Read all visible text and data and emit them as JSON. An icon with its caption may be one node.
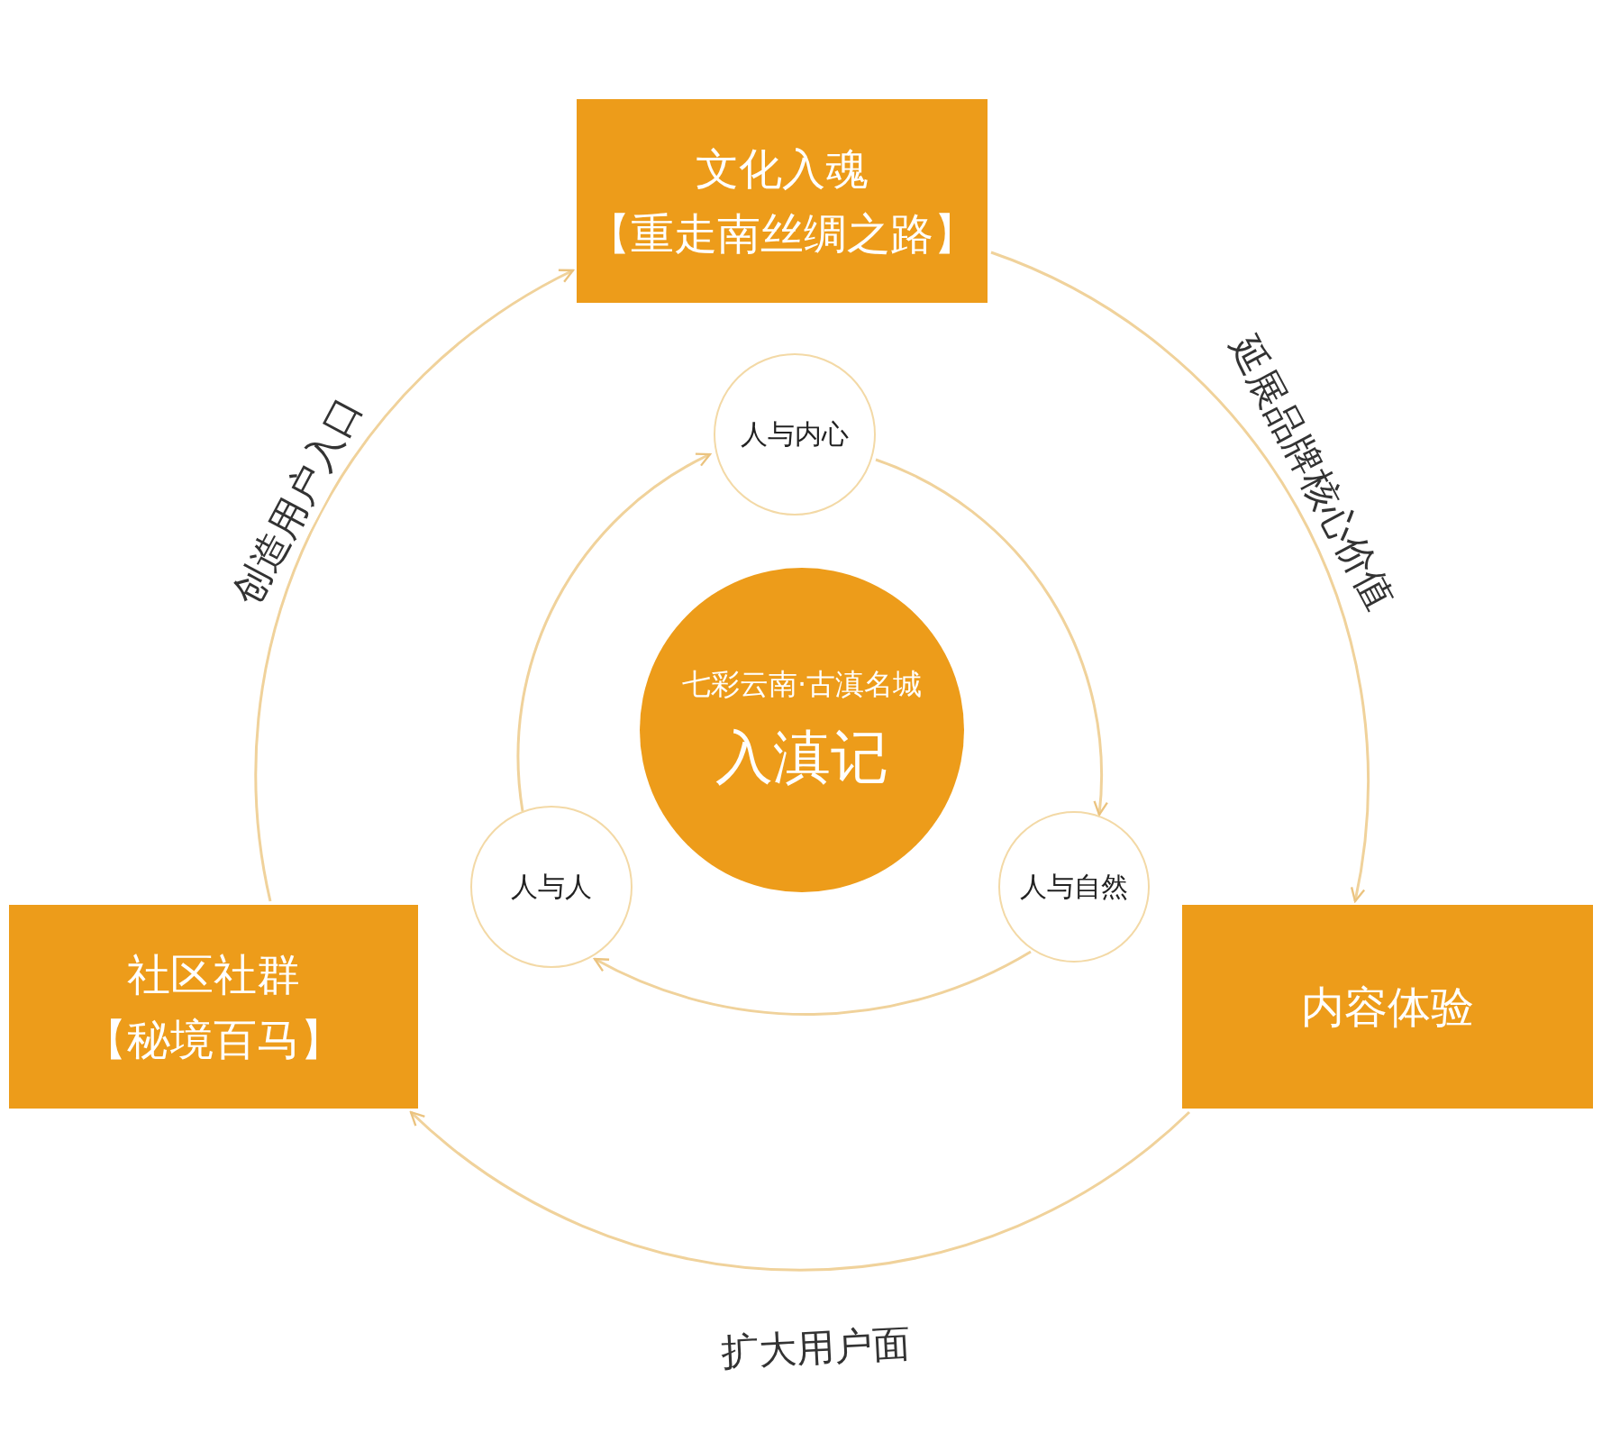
{
  "diagram": {
    "nodes": [
      {
        "text": [
          "文化入魂",
          "【重走南丝绸之路】"
        ]
      },
      {
        "text": [
          "人与内心"
        ]
      },
      {
        "text": [
          "七彩云南·古滇名城",
          "入滇记"
        ]
      },
      {
        "text": [
          "人与人"
        ]
      },
      {
        "text": [
          "人与自然"
        ]
      },
      {
        "text": [
          "社区社群",
          "【秘境百马】"
        ]
      },
      {
        "text": [
          "内容体验"
        ]
      }
    ],
    "edges": [
      {
        "from": 5,
        "to": 0,
        "arrow": "to",
        "label": "创造用户入口"
      },
      {
        "from": 0,
        "to": 6,
        "arrow": "to",
        "label": "延展品牌核心价值"
      },
      {
        "from": 6,
        "to": 5,
        "arrow": "to",
        "label": "扩大用户面"
      },
      {
        "from": 3,
        "to": 1,
        "arrow": "to"
      },
      {
        "from": 1,
        "to": 4,
        "arrow": "to"
      },
      {
        "from": 4,
        "to": 3,
        "arrow": "to"
      }
    ]
  }
}
